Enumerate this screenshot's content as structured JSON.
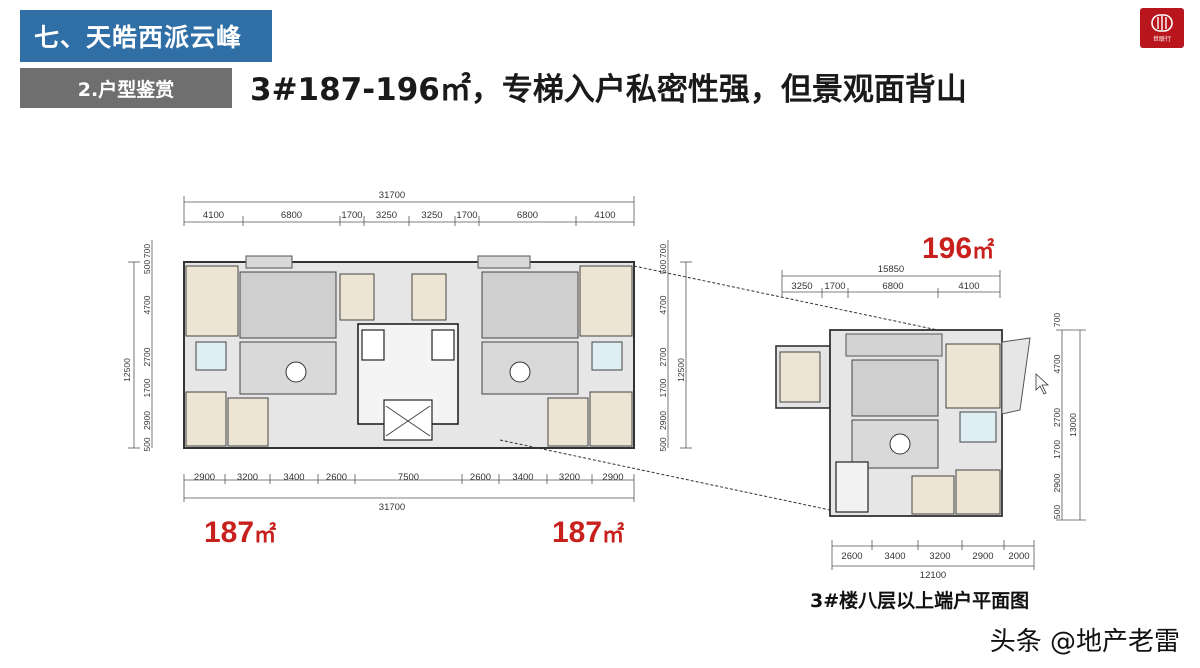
{
  "header": {
    "section_title": "七、天皓西派云峰",
    "subsection_title": "2.户型鉴赏",
    "headline": "3#187-196㎡，专梯入户私密性强，但景观面背山"
  },
  "brand": {
    "logo_icon": "building-logo-icon",
    "logo_text": "世联行",
    "accent_color": "#2f6fa6",
    "highlight_color": "#c8211d"
  },
  "floorplan_main": {
    "total_width_top": "31700",
    "top_dims": [
      "4100",
      "6800",
      "1700",
      "3250",
      "3250",
      "1700",
      "6800",
      "4100"
    ],
    "bottom_dims": [
      "2900",
      "3200",
      "3400",
      "2600",
      "7500",
      "2600",
      "3400",
      "3200",
      "2900"
    ],
    "total_width_bottom": "31700",
    "left_total": "12500",
    "right_total": "12500",
    "left_dims": [
      "700",
      "500",
      "4700",
      "2700",
      "1700",
      "2900",
      "500"
    ],
    "right_dims": [
      "700",
      "500",
      "4700",
      "2700",
      "1700",
      "2900",
      "500"
    ],
    "unit_left_area": "187",
    "unit_right_area": "187",
    "area_unit": "㎡"
  },
  "floorplan_end": {
    "area": "196",
    "area_unit": "㎡",
    "total_width_top": "15850",
    "top_dims": [
      "3250",
      "1700",
      "6800",
      "4100"
    ],
    "bottom_dims": [
      "2600",
      "3400",
      "3200",
      "2900",
      "2000"
    ],
    "total_width_bottom": "12100",
    "right_total": "13000",
    "right_dims": [
      "700",
      "4700",
      "2700",
      "1700",
      "2900",
      "500"
    ],
    "caption": "3#楼八层以上端户平面图"
  },
  "watermark": "头条 @地产老雷"
}
